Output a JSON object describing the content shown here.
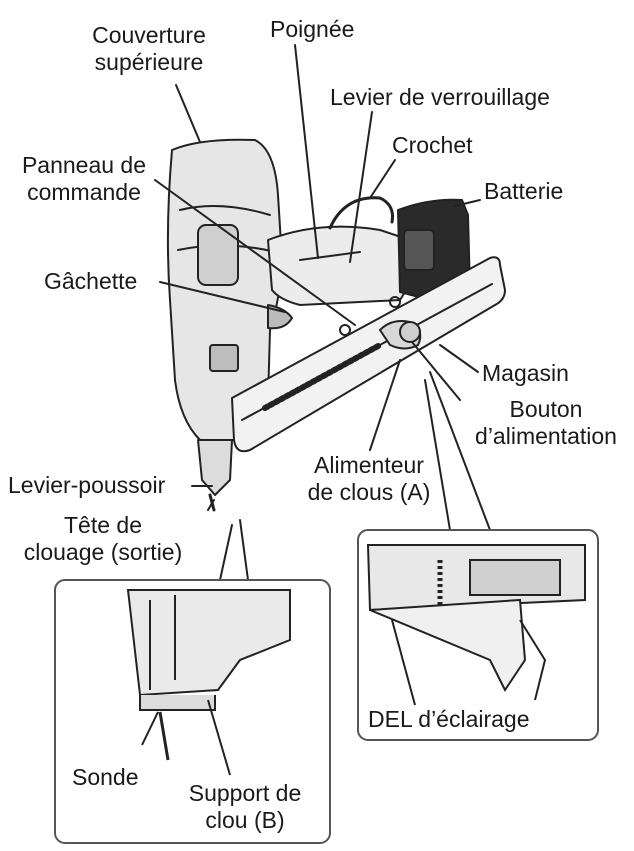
{
  "labels": {
    "couverture_superieure": "Couverture supérieure",
    "couverture_superieure_l1": "Couverture",
    "couverture_superieure_l2": "supérieure",
    "poignee": "Poignée",
    "levier_verrouillage": "Levier de verrouillage",
    "crochet": "Crochet",
    "batterie": "Batterie",
    "panneau_l1": "Panneau de",
    "panneau_l2": "commande",
    "gachette": "Gâchette",
    "magasin": "Magasin",
    "bouton_l1": "Bouton",
    "bouton_l2": "d’alimentation",
    "alimenteur_l1": "Alimenteur",
    "alimenteur_l2": "de clous (A)",
    "levier_poussoir": "Levier-poussoir",
    "tete_l1": "Tête de",
    "tete_l2": "clouage (sortie)",
    "del": "DEL d’éclairage",
    "sonde": "Sonde",
    "support_l1": "Support de",
    "support_l2": "clou (B)"
  }
}
